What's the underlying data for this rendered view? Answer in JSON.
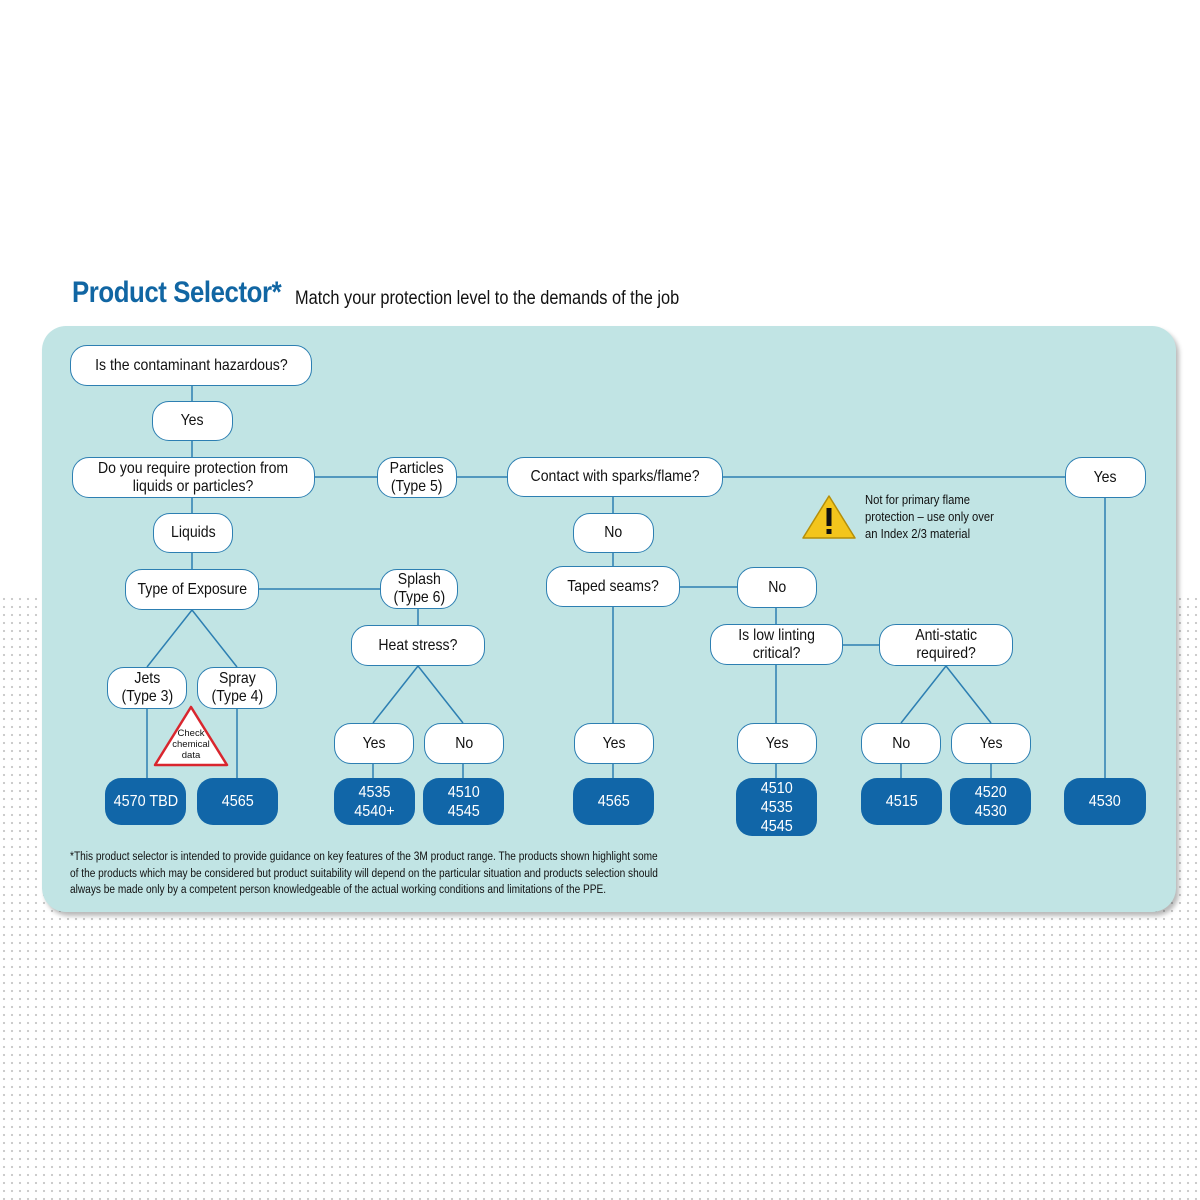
{
  "header": {
    "title": "Product Selector*",
    "subtitle": "Match your protection level to the demands of the job"
  },
  "colors": {
    "brand_blue": "#1166a8",
    "panel_bg": "#c1e4e4",
    "line": "#2d7fb2",
    "warning_yellow": "#f3c51c",
    "check_red": "#d9262e"
  },
  "nodes": {
    "hazardous": "Is the contaminant hazardous?",
    "yes_top": "Yes",
    "protection_q": "Do you require protection from\nliquids or particles?",
    "particles": "Particles\n(Type 5)",
    "sparks_q": "Contact with sparks/flame?",
    "yes_sparks": "Yes",
    "liquids": "Liquids",
    "no_sparks": "No",
    "exposure": "Type of Exposure",
    "splash": "Splash\n(Type 6)",
    "taped_q": "Taped seams?",
    "no_taped": "No",
    "heat_q": "Heat stress?",
    "linting_q": "Is low linting\ncritical?",
    "antistatic_q": "Anti-static\nrequired?",
    "jets": "Jets\n(Type 3)",
    "spray": "Spray\n(Type 4)",
    "heat_yes": "Yes",
    "heat_no": "No",
    "taped_yes": "Yes",
    "linting_yes": "Yes",
    "anti_no": "No",
    "anti_yes": "Yes"
  },
  "products": {
    "p1": "4570 TBD",
    "p2": "4565",
    "p3": "4535\n4540+",
    "p4": "4510\n4545",
    "p5": "4565",
    "p6": "4510\n4535\n4545",
    "p7": "4515",
    "p8": "4520\n4530",
    "p9": "4530"
  },
  "warning": {
    "icon": "warning-triangle-icon",
    "text": "Not for primary flame\nprotection – use only over\nan Index 2/3 material"
  },
  "check": {
    "icon": "check-triangle-icon",
    "text": "Check\nchemical\ndata"
  },
  "footnote": "*This product selector is intended to provide guidance on key features of the 3M product range. The products shown highlight some\n of the products which may be considered but product suitability will depend on the particular situation and products selection should\n always be made only by a competent person knowledgeable of the actual working conditions and limitations of the PPE."
}
